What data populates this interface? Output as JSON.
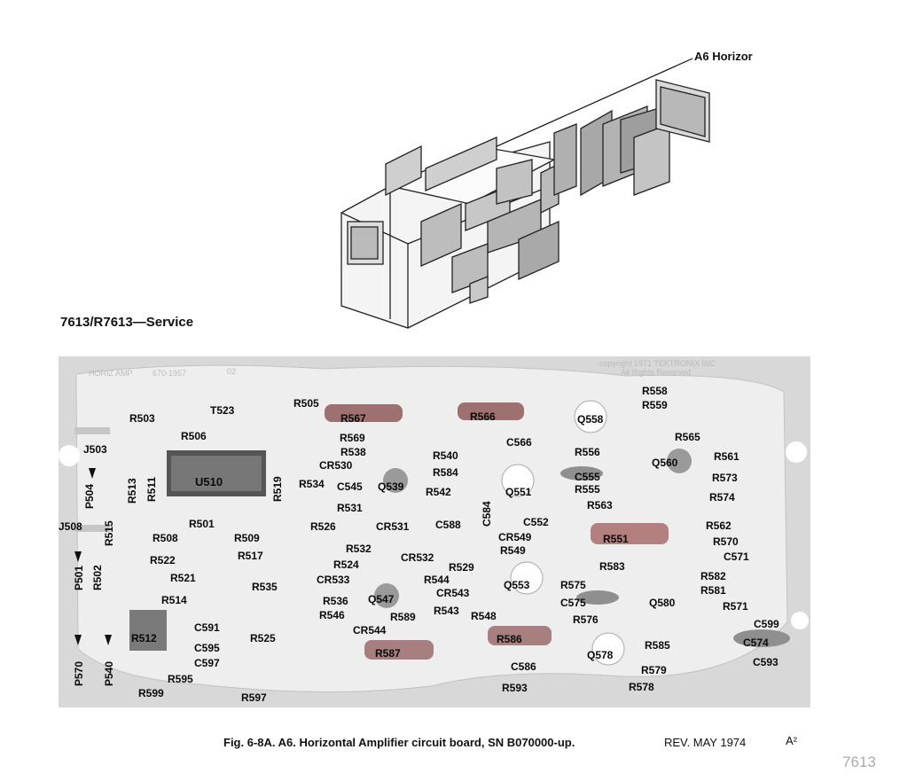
{
  "header": {
    "title": "7613/R7613—Service"
  },
  "callout": {
    "label": "A6 Horizor"
  },
  "board_silkscreen": {
    "part": "HORIZ AMP",
    "number": "670-1957",
    "rev": "02",
    "copyright": "copyright 1971 TEKTRONIX INC",
    "rights": "All Rights Reserved"
  },
  "components": [
    {
      "id": "c1",
      "text": "R558"
    },
    {
      "id": "c2",
      "text": "R559"
    },
    {
      "id": "c3",
      "text": "R505"
    },
    {
      "id": "c4",
      "text": "R503"
    },
    {
      "id": "c5",
      "text": "T523"
    },
    {
      "id": "c6",
      "text": "R567"
    },
    {
      "id": "c7",
      "text": "R566"
    },
    {
      "id": "c8",
      "text": "Q558"
    },
    {
      "id": "c9",
      "text": "R506"
    },
    {
      "id": "c10",
      "text": "R569"
    },
    {
      "id": "c11",
      "text": "C566"
    },
    {
      "id": "c12",
      "text": "R565"
    },
    {
      "id": "c13",
      "text": "J503"
    },
    {
      "id": "c14",
      "text": "R538"
    },
    {
      "id": "c15",
      "text": "R540"
    },
    {
      "id": "c16",
      "text": "R556"
    },
    {
      "id": "c17",
      "text": "R561"
    },
    {
      "id": "c18",
      "text": "Q560"
    },
    {
      "id": "c19",
      "text": "CR530"
    },
    {
      "id": "c20",
      "text": "R584"
    },
    {
      "id": "c21",
      "text": "C555"
    },
    {
      "id": "c22",
      "text": "R573"
    },
    {
      "id": "c23",
      "text": "U510"
    },
    {
      "id": "c24",
      "text": "R534"
    },
    {
      "id": "c25",
      "text": "C545"
    },
    {
      "id": "c26",
      "text": "Q539"
    },
    {
      "id": "c27",
      "text": "R542"
    },
    {
      "id": "c28",
      "text": "Q551"
    },
    {
      "id": "c29",
      "text": "R555"
    },
    {
      "id": "c30",
      "text": "R574"
    },
    {
      "id": "c31",
      "text": "R563"
    },
    {
      "id": "c32",
      "text": "R531"
    },
    {
      "id": "c33",
      "text": "J508"
    },
    {
      "id": "c34",
      "text": "R501"
    },
    {
      "id": "c35",
      "text": "R526"
    },
    {
      "id": "c36",
      "text": "CR531"
    },
    {
      "id": "c37",
      "text": "C588"
    },
    {
      "id": "c38",
      "text": "C552"
    },
    {
      "id": "c39",
      "text": "R562"
    },
    {
      "id": "c40",
      "text": "R508"
    },
    {
      "id": "c41",
      "text": "R509"
    },
    {
      "id": "c42",
      "text": "CR549"
    },
    {
      "id": "c43",
      "text": "R551"
    },
    {
      "id": "c44",
      "text": "R570"
    },
    {
      "id": "c45",
      "text": "R532"
    },
    {
      "id": "c46",
      "text": "R549"
    },
    {
      "id": "c47",
      "text": "R517"
    },
    {
      "id": "c48",
      "text": "C571"
    },
    {
      "id": "c49",
      "text": "R522"
    },
    {
      "id": "c50",
      "text": "CR532"
    },
    {
      "id": "c51",
      "text": "R524"
    },
    {
      "id": "c52",
      "text": "R529"
    },
    {
      "id": "c53",
      "text": "R583"
    },
    {
      "id": "c54",
      "text": "R521"
    },
    {
      "id": "c55",
      "text": "CR533"
    },
    {
      "id": "c56",
      "text": "R544"
    },
    {
      "id": "c57",
      "text": "R582"
    },
    {
      "id": "c58",
      "text": "R535"
    },
    {
      "id": "c59",
      "text": "Q553"
    },
    {
      "id": "c60",
      "text": "R575"
    },
    {
      "id": "c61",
      "text": "R581"
    },
    {
      "id": "c62",
      "text": "CR543"
    },
    {
      "id": "c63",
      "text": "R514"
    },
    {
      "id": "c64",
      "text": "R536"
    },
    {
      "id": "c65",
      "text": "Q547"
    },
    {
      "id": "c66",
      "text": "C575"
    },
    {
      "id": "c67",
      "text": "Q580"
    },
    {
      "id": "c68",
      "text": "R571"
    },
    {
      "id": "c69",
      "text": "R543"
    },
    {
      "id": "c70",
      "text": "R546"
    },
    {
      "id": "c71",
      "text": "R589"
    },
    {
      "id": "c72",
      "text": "R548"
    },
    {
      "id": "c73",
      "text": "R576"
    },
    {
      "id": "c74",
      "text": "C599"
    },
    {
      "id": "c75",
      "text": "C591"
    },
    {
      "id": "c76",
      "text": "CR544"
    },
    {
      "id": "c77",
      "text": "R512"
    },
    {
      "id": "c78",
      "text": "R525"
    },
    {
      "id": "c79",
      "text": "R586"
    },
    {
      "id": "c80",
      "text": "C574"
    },
    {
      "id": "c81",
      "text": "C595"
    },
    {
      "id": "c82",
      "text": "R587"
    },
    {
      "id": "c83",
      "text": "R585"
    },
    {
      "id": "c84",
      "text": "Q578"
    },
    {
      "id": "c85",
      "text": "C597"
    },
    {
      "id": "c86",
      "text": "C593"
    },
    {
      "id": "c87",
      "text": "C586"
    },
    {
      "id": "c88",
      "text": "R579"
    },
    {
      "id": "c89",
      "text": "R595"
    },
    {
      "id": "c90",
      "text": "R593"
    },
    {
      "id": "c91",
      "text": "R578"
    },
    {
      "id": "c92",
      "text": "R599"
    },
    {
      "id": "c93",
      "text": "R597"
    }
  ],
  "vertical_components": [
    {
      "id": "v1",
      "text": "P504"
    },
    {
      "id": "v2",
      "text": "R513"
    },
    {
      "id": "v3",
      "text": "R511"
    },
    {
      "id": "v4",
      "text": "R519"
    },
    {
      "id": "v5",
      "text": "C584"
    },
    {
      "id": "v6",
      "text": "R515"
    },
    {
      "id": "v7",
      "text": "P501"
    },
    {
      "id": "v8",
      "text": "R502"
    },
    {
      "id": "v9",
      "text": "P570"
    },
    {
      "id": "v10",
      "text": "P540"
    }
  ],
  "caption": {
    "text": "Fig. 6-8A.  A6. Horizontal Amplifier circuit board, SN B070000-up.",
    "rev": "REV. MAY 1974",
    "rev_icon": "A²",
    "page_number": "7613"
  },
  "colors": {
    "board": "#e3e3e3",
    "board_dark": "#c9c9c9",
    "resistor_band": "#8a5050",
    "ink": "#0a0a0a"
  }
}
